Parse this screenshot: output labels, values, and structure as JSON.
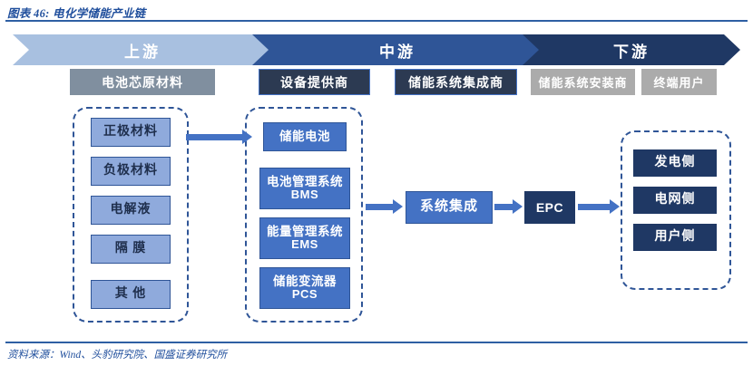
{
  "figure": {
    "title": "图表 46: 电化学储能产业链",
    "source": "资料来源：Wind、头豹研究院、国盛证券研究所"
  },
  "chart_data": {
    "type": "diagram",
    "title": "电化学储能产业链",
    "stages": [
      {
        "key": "upstream",
        "label": "上游",
        "color": "#A8C0E0",
        "roles": [
          {
            "label": "电池芯原材料",
            "color": "#808F9F"
          }
        ],
        "items": [
          {
            "label": "正极材料",
            "sub": ""
          },
          {
            "label": "负极材料",
            "sub": ""
          },
          {
            "label": "电解液",
            "sub": ""
          },
          {
            "label": "隔 膜",
            "sub": ""
          },
          {
            "label": "其 他",
            "sub": ""
          }
        ]
      },
      {
        "key": "midstream",
        "label": "中游",
        "color": "#2F5597",
        "roles": [
          {
            "label": "设备提供商",
            "color": "#2C3A52"
          },
          {
            "label": "储能系统集成商",
            "color": "#2C3A52"
          }
        ],
        "items": [
          {
            "label": "储能电池",
            "sub": ""
          },
          {
            "label": "电池管理系统",
            "sub": "BMS"
          },
          {
            "label": "能量管理系统",
            "sub": "EMS"
          },
          {
            "label": "储能变流器",
            "sub": "PCS"
          }
        ],
        "chain": [
          {
            "label": "系统集成",
            "color": "#4472C4"
          },
          {
            "label": "EPC",
            "color": "#1F3864"
          }
        ]
      },
      {
        "key": "downstream",
        "label": "下游",
        "color": "#1F3864",
        "roles": [
          {
            "label": "储能系统安装商",
            "color": "#ABABAB"
          },
          {
            "label": "终端用户",
            "color": "#ABABAB"
          }
        ],
        "items": [
          {
            "label": "发电侧",
            "sub": ""
          },
          {
            "label": "电网侧",
            "sub": ""
          },
          {
            "label": "用户侧",
            "sub": ""
          }
        ]
      }
    ],
    "flows": [
      {
        "from": "upstream-materials",
        "to": "储能电池"
      },
      {
        "from": "midstream-components",
        "to": "系统集成"
      },
      {
        "from": "系统集成",
        "to": "EPC"
      },
      {
        "from": "EPC",
        "to": "downstream-applications"
      }
    ],
    "colors": {
      "accent": "#4472C4",
      "navy": "#1F3864",
      "mid_blue": "#2F5597",
      "light_blue": "#8FAADC",
      "pale_blue": "#A8C0E0",
      "gray": "#808F9F",
      "gray_light": "#ABABAB",
      "title_blue": "#1F4E9C"
    }
  }
}
